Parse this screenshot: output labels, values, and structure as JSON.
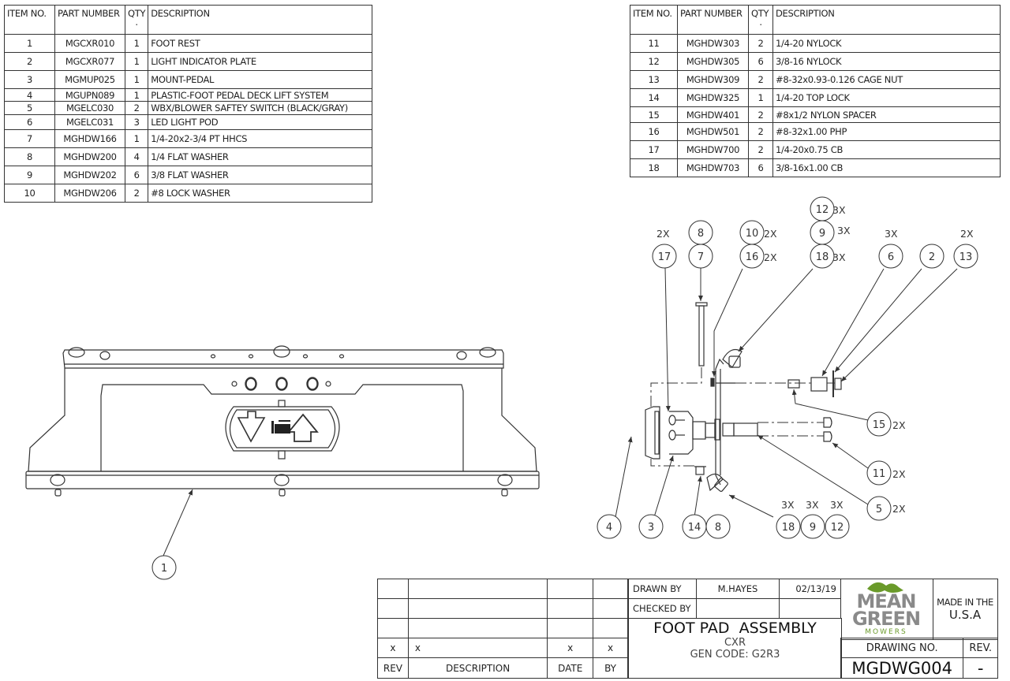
{
  "bom_left": {
    "headers": [
      "ITEM NO.",
      "PART NUMBER",
      "QTY",
      "DESCRIPTION"
    ],
    "rows": [
      {
        "item": "1",
        "part": "MGCXR010",
        "qty": "1",
        "desc": "FOOT REST"
      },
      {
        "item": "2",
        "part": "MGCXR077",
        "qty": "1",
        "desc": "LIGHT INDICATOR PLATE"
      },
      {
        "item": "3",
        "part": "MGMUP025",
        "qty": "1",
        "desc": "MOUNT-PEDAL"
      },
      {
        "item": "4",
        "part": "MGUPN089",
        "qty": "1",
        "desc": "PLASTIC-FOOT PEDAL DECK LIFT SYSTEM"
      },
      {
        "item": "5",
        "part": "MGELC030",
        "qty": "2",
        "desc": "WBX/BLOWER SAFTEY SWITCH (BLACK/GRAY)"
      },
      {
        "item": "6",
        "part": "MGELC031",
        "qty": "3",
        "desc": "LED LIGHT POD"
      },
      {
        "item": "7",
        "part": "MGHDW166",
        "qty": "1",
        "desc": "1/4-20x2-3/4 PT HHCS"
      },
      {
        "item": "8",
        "part": "MGHDW200",
        "qty": "4",
        "desc": "1/4 FLAT WASHER"
      },
      {
        "item": "9",
        "part": "MGHDW202",
        "qty": "6",
        "desc": "3/8 FLAT WASHER"
      },
      {
        "item": "10",
        "part": "MGHDW206",
        "qty": "2",
        "desc": "#8 LOCK WASHER"
      }
    ]
  },
  "bom_right": {
    "headers": [
      "ITEM NO.",
      "PART NUMBER",
      "QTY",
      "DESCRIPTION"
    ],
    "rows": [
      {
        "item": "11",
        "part": "MGHDW303",
        "qty": "2",
        "desc": "1/4-20 NYLOCK"
      },
      {
        "item": "12",
        "part": "MGHDW305",
        "qty": "6",
        "desc": "3/8-16 NYLOCK"
      },
      {
        "item": "13",
        "part": "MGHDW309",
        "qty": "2",
        "desc": "#8-32x0.93-0.126 CAGE NUT"
      },
      {
        "item": "14",
        "part": "MGHDW325",
        "qty": "1",
        "desc": "1/4-20 TOP LOCK"
      },
      {
        "item": "15",
        "part": "MGHDW401",
        "qty": "2",
        "desc": "#8x1/2 NYLON SPACER"
      },
      {
        "item": "16",
        "part": "MGHDW501",
        "qty": "2",
        "desc": "#8-32x1.00 PHP"
      },
      {
        "item": "17",
        "part": "MGHDW700",
        "qty": "2",
        "desc": "1/4-20x0.75 CB"
      },
      {
        "item": "18",
        "part": "MGHDW703",
        "qty": "6",
        "desc": "3/8-16x1.00 CB"
      }
    ]
  },
  "balloons": {
    "b1": "1",
    "b2": "2",
    "b3": "3",
    "b4": "4",
    "b5": "5",
    "b6": "6",
    "b7": "7",
    "b8_top": "8",
    "b8_bottom": "8",
    "b9_top": "9",
    "b9_bottom": "9",
    "b10": "10",
    "b11": "11",
    "b12_top": "12",
    "b12_bottom": "12",
    "b13": "13",
    "b14": "14",
    "b15": "15",
    "b16": "16",
    "b17": "17",
    "b18_top": "18",
    "b18_bottom": "18"
  },
  "qty_labels": {
    "q17": "2X",
    "q10": "2X",
    "q16": "2X",
    "q12_top": "3X",
    "q9_top": "3X",
    "q18_top": "3X",
    "q6": "3X",
    "q13": "2X",
    "q15": "2X",
    "q11": "2X",
    "q5": "2X",
    "q18_bottom": "3X",
    "q9_bottom": "3X",
    "q12_bottom": "3X"
  },
  "title_block": {
    "rev_rows": [
      {
        "rev": "",
        "desc": "",
        "date": "",
        "by": ""
      },
      {
        "rev": "",
        "desc": "",
        "date": "",
        "by": ""
      },
      {
        "rev": "",
        "desc": "",
        "date": "",
        "by": ""
      },
      {
        "rev": "x",
        "desc": "x",
        "date": "x",
        "by": "x"
      }
    ],
    "rev_headers": {
      "rev": "REV",
      "desc": "DESCRIPTION",
      "date": "DATE",
      "by": "BY"
    },
    "drawn_by_label": "DRAWN BY",
    "drawn_by": "M.HAYES",
    "drawn_date": "02/13/19",
    "checked_by_label": "CHECKED BY",
    "checked_by": "",
    "checked_date": "",
    "title": "FOOT PAD  ASSEMBLY",
    "model": "CXR",
    "gen_code": "GEN CODE: G2R3",
    "logo_line1": "MEAN",
    "logo_line2": "GREEN",
    "logo_line3": "MOWERS",
    "made_in_line1": "MADE IN THE",
    "made_in_line2": "U.S.A",
    "drawing_no_label": "DRAWING NO.",
    "drawing_no": "MGDWG004",
    "rev_label": "REV.",
    "rev_value": "-"
  },
  "colors": {
    "line": "#333333",
    "logo_gray": "#8a8a8a",
    "logo_green": "#6a9a2a"
  }
}
